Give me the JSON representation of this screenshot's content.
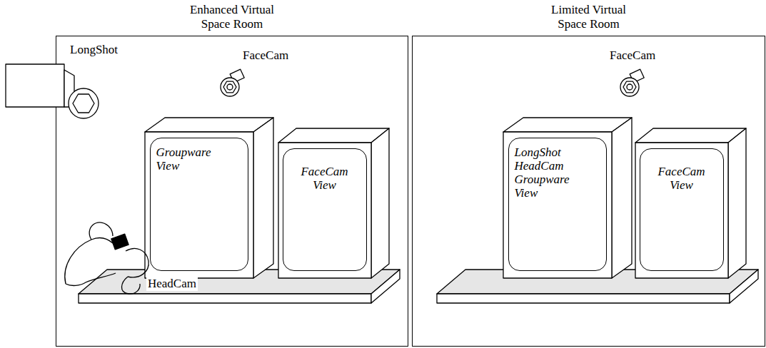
{
  "diagram": {
    "nodes": [
      {
        "text": [
          "Enhanced Virtual Space Room"
        ]
      },
      {
        "text": [
          "Groupware View"
        ],
        "in": 0
      },
      {
        "text": [
          "FaceCam View"
        ],
        "in": 0
      },
      {
        "text": [
          "Limited Virtual Space Room"
        ]
      },
      {
        "text": [
          "LongShot HeadCam Groupware View"
        ],
        "in": 3
      },
      {
        "text": [
          "FaceCam View"
        ],
        "in": 3
      }
    ],
    "labels": [
      "LongShot",
      "FaceCam",
      "HeadCam",
      "FaceCam"
    ]
  }
}
